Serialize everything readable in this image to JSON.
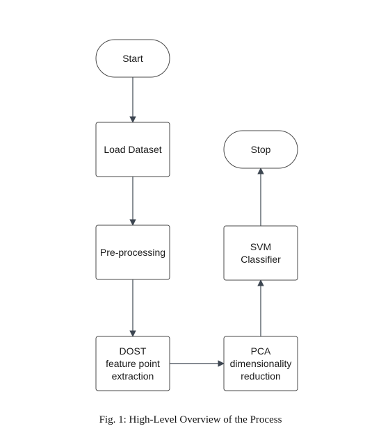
{
  "nodes": {
    "start": {
      "shape": "terminal",
      "label": "Start"
    },
    "load_dataset": {
      "shape": "process",
      "label": "Load Dataset"
    },
    "preprocessing": {
      "shape": "process",
      "label": "Pre-processing"
    },
    "dost": {
      "shape": "process",
      "label": "DOST\nfeature point\nextraction"
    },
    "pca": {
      "shape": "process",
      "label": "PCA\ndimensionality\nreduction"
    },
    "svm": {
      "shape": "process",
      "label": "SVM\nClassifier"
    },
    "stop": {
      "shape": "terminal",
      "label": "Stop"
    }
  },
  "edges": [
    {
      "from": "start",
      "to": "load_dataset"
    },
    {
      "from": "load_dataset",
      "to": "preprocessing"
    },
    {
      "from": "preprocessing",
      "to": "dost"
    },
    {
      "from": "dost",
      "to": "pca"
    },
    {
      "from": "pca",
      "to": "svm"
    },
    {
      "from": "svm",
      "to": "stop"
    }
  ],
  "caption": "Fig. 1: High-Level Overview of the Process",
  "colors": {
    "stroke": "#4a4a4a",
    "arrow": "#3d4651",
    "text": "#1a1a1a",
    "fill": "#ffffff"
  }
}
